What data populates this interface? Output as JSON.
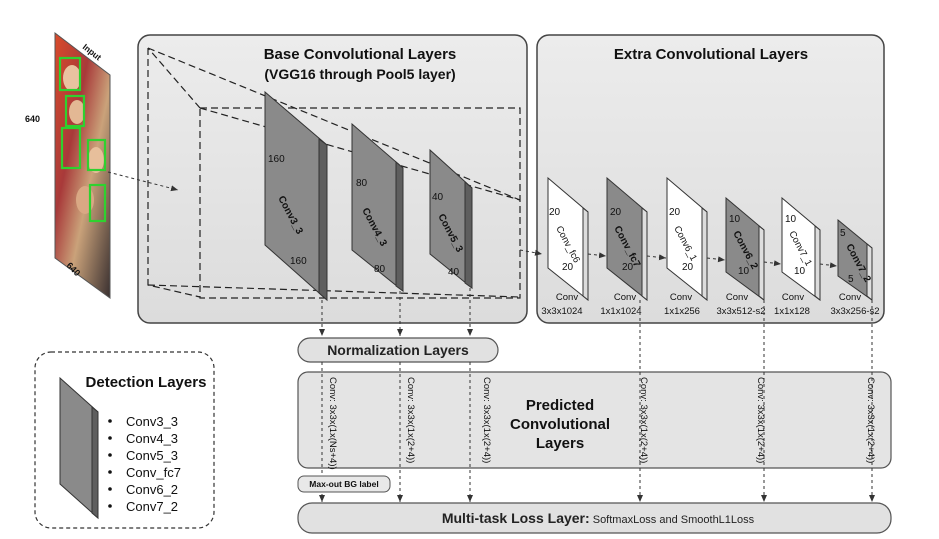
{
  "input": {
    "label": "Input",
    "height_label": "640",
    "width_label": "640"
  },
  "base": {
    "title": "Base Convolutional Layers",
    "subtitle": "(VGG16 through Pool5 layer)",
    "layers": [
      {
        "name": "Conv3_3",
        "top": "160",
        "bottom": "160"
      },
      {
        "name": "Conv4_3",
        "top": "80",
        "bottom": "80"
      },
      {
        "name": "Conv5_3",
        "top": "40",
        "bottom": "40"
      }
    ]
  },
  "extra": {
    "title": "Extra Convolutional Layers",
    "layers": [
      {
        "name": "Conv_fc6",
        "top": "20",
        "bottom": "20",
        "conv": "Conv",
        "spec": "3x3x1024",
        "shade": "white"
      },
      {
        "name": "Conv_fc7",
        "top": "20",
        "bottom": "20",
        "conv": "Conv",
        "spec": "1x1x1024",
        "shade": "gray"
      },
      {
        "name": "Conv6_1",
        "top": "20",
        "bottom": "20",
        "conv": "Conv",
        "spec": "1x1x256",
        "shade": "white"
      },
      {
        "name": "Conv6_2",
        "top": "10",
        "bottom": "10",
        "conv": "Conv",
        "spec": "3x3x512-s2",
        "shade": "gray"
      },
      {
        "name": "Conv7_1",
        "top": "10",
        "bottom": "10",
        "conv": "Conv",
        "spec": "1x1x128",
        "shade": "white"
      },
      {
        "name": "Conv7_2",
        "top": "5",
        "bottom": "5",
        "conv": "Conv",
        "spec": "3x3x256-s2",
        "shade": "gray"
      }
    ]
  },
  "normalization": {
    "label": "Normalization Layers"
  },
  "predicted": {
    "title_lines": [
      "Predicted",
      "Convolutional",
      "Layers"
    ],
    "specs": [
      "Conv: 3x3x(1x(Ns+4))",
      "Conv: 3x3x(1x(2+4))",
      "Conv: 3x3x(1x(2+4))",
      "Conv: 3x3x(1x(2+4))",
      "Conv: 3x3x(1x(2+4))",
      "Conv: 3x3x(1x(2+4))"
    ]
  },
  "maxout": {
    "label": "Max-out BG label"
  },
  "loss": {
    "label_bold": "Multi-task Loss Layer:",
    "label_rest": " SoftmaxLoss and SmoothL1Loss"
  },
  "detection": {
    "title": "Detection  Layers",
    "items": [
      "Conv3_3",
      "Conv4_3",
      "Conv5_3",
      "Conv_fc7",
      "Conv6_2",
      "Conv7_2"
    ]
  }
}
